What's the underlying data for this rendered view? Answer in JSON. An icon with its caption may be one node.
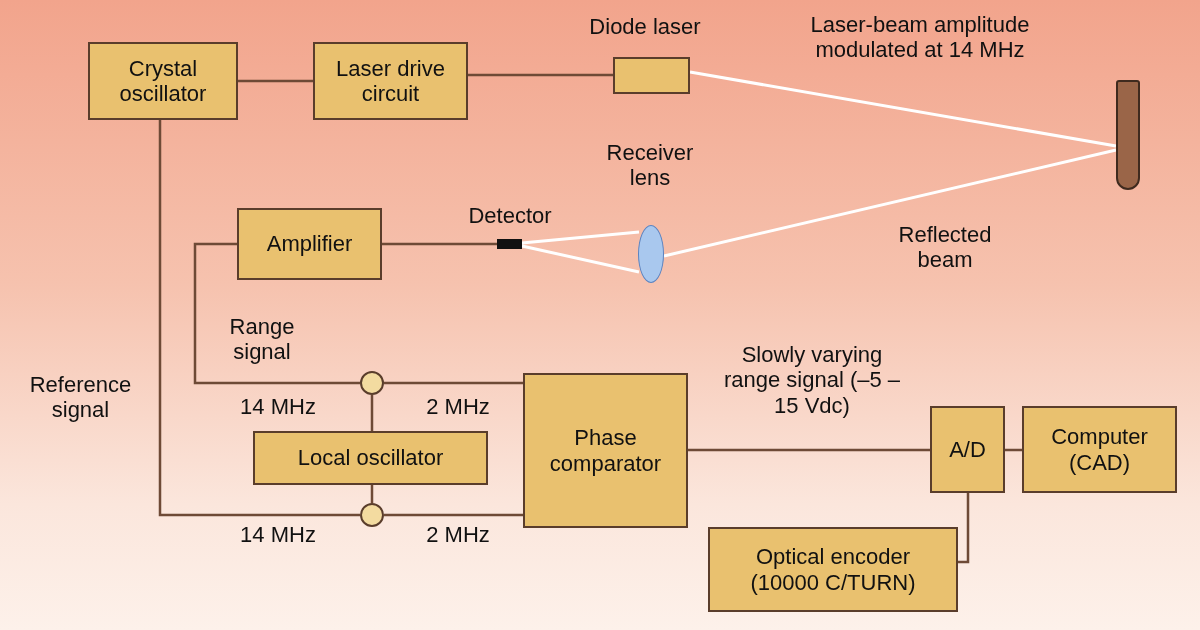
{
  "diagram": {
    "nodes": [
      {
        "text": [
          "Crystal oscillator"
        ]
      },
      {
        "text": [
          "Laser drive circuit"
        ]
      },
      {
        "text": [
          "Diode laser"
        ]
      },
      {
        "text": [],
        "shape": "bar"
      },
      {
        "text": [
          "Receiver lens"
        ]
      },
      {
        "text": [
          "Detector"
        ]
      },
      {
        "text": [
          "Amplifier"
        ]
      },
      {
        "text": [],
        "shape": "circle"
      },
      {
        "text": [
          "Local oscillator"
        ]
      },
      {
        "text": [],
        "shape": "circle"
      },
      {
        "text": [
          "Phase comparator"
        ]
      },
      {
        "text": [
          "A/D"
        ]
      },
      {
        "text": [
          "Computer (CAD)"
        ]
      },
      {
        "text": [
          "Optical encoder (10000 C/TURN)"
        ]
      }
    ],
    "edges": [
      {
        "from": 0,
        "to": 1,
        "arrow": "none"
      },
      {
        "from": 1,
        "to": 2,
        "arrow": "none"
      },
      {
        "from": 2,
        "to": 3,
        "arrow": "none",
        "label": "Laser-beam amplitude modulated at 14 MHz",
        "color": "#ffffff"
      },
      {
        "from": 3,
        "to": 4,
        "arrow": "none",
        "label": "Reflected beam",
        "color": "#ffffff"
      },
      {
        "from": 4,
        "to": 5,
        "arrow": "none",
        "color": "#ffffff"
      },
      {
        "from": 5,
        "to": 6,
        "arrow": "none"
      },
      {
        "from": 6,
        "to": 7,
        "arrow": "none",
        "label": "Range signal"
      },
      {
        "from": 7,
        "to": 8,
        "arrow": "none"
      },
      {
        "from": 8,
        "to": 9,
        "arrow": "none"
      },
      {
        "from": 0,
        "to": 9,
        "arrow": "none",
        "label": "Reference signal"
      },
      {
        "from": 7,
        "to": 10,
        "arrow": "none"
      },
      {
        "from": 9,
        "to": 10,
        "arrow": "none"
      },
      {
        "from": 10,
        "to": 11,
        "arrow": "none",
        "label": "Slowly varying range signal (–5 – 15 Vdc)"
      },
      {
        "from": 11,
        "to": 12,
        "arrow": "none"
      },
      {
        "from": 13,
        "to": 11,
        "arrow": "none"
      }
    ],
    "labels": [
      "14 MHz",
      "2 MHz",
      "14 MHz",
      "2 MHz"
    ]
  }
}
